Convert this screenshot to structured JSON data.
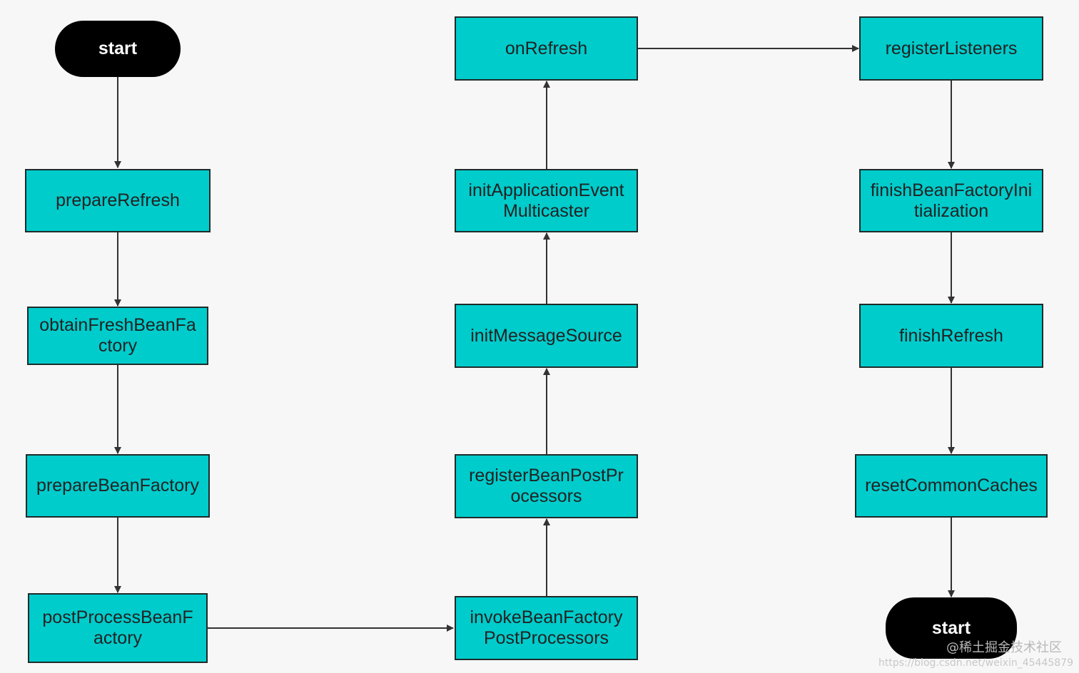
{
  "nodes": {
    "start_top": "start",
    "prepareRefresh": "prepareRefresh",
    "obtainFreshBeanFactory": "obtainFreshBeanFactory",
    "prepareBeanFactory": "prepareBeanFactory",
    "postProcessBeanFactory": "postProcessBeanFactory",
    "invokeBeanFactoryPostProcessors": "invokeBeanFactoryPostProcessors",
    "registerBeanPostProcessors": "registerBeanPostProcessors",
    "initMessageSource": "initMessageSource",
    "initApplicationEventMulticaster": "initApplicationEventMulticaster",
    "onRefresh": "onRefresh",
    "registerListeners": "registerListeners",
    "finishBeanFactoryInitialization": "finishBeanFactoryInitialization",
    "finishRefresh": "finishRefresh",
    "resetCommonCaches": "resetCommonCaches",
    "start_bottom": "start"
  },
  "watermark": {
    "line1": "@稀土掘金技术社区",
    "line2": "https://blog.csdn.net/weixin_45445879"
  },
  "colors": {
    "process_fill": "#00cccc",
    "terminal_fill": "#000000",
    "edge": "#333333"
  }
}
